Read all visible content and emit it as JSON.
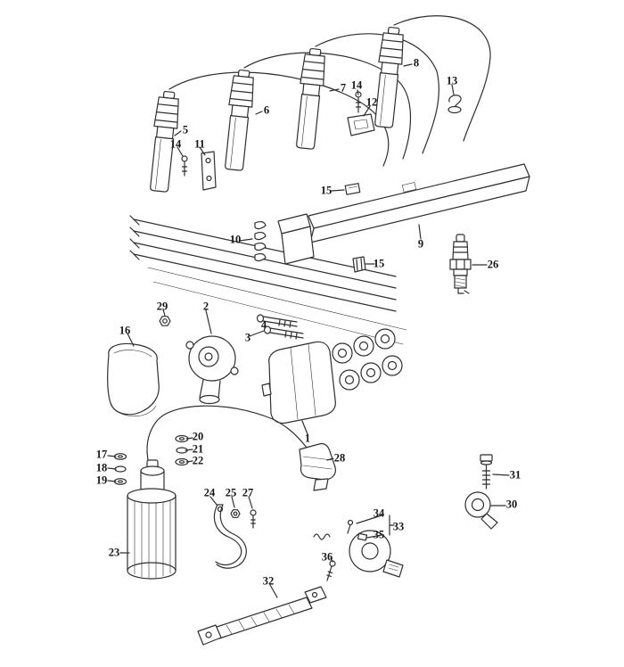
{
  "diagram": {
    "kind": "exploded-parts-diagram",
    "subject": "ignition-system",
    "colors": {
      "line": "#2f2f2f",
      "background": "#ffffff"
    },
    "callouts": [
      {
        "label": "5"
      },
      {
        "label": "6"
      },
      {
        "label": "7"
      },
      {
        "label": "8"
      },
      {
        "label": "14"
      },
      {
        "label": "12"
      },
      {
        "label": "13"
      },
      {
        "label": "14"
      },
      {
        "label": "11"
      },
      {
        "label": "15"
      },
      {
        "label": "10"
      },
      {
        "label": "15"
      },
      {
        "label": "9"
      },
      {
        "label": "26"
      },
      {
        "label": "29"
      },
      {
        "label": "2"
      },
      {
        "label": "4"
      },
      {
        "label": "3"
      },
      {
        "label": "16"
      },
      {
        "label": "1"
      },
      {
        "label": "20"
      },
      {
        "label": "21"
      },
      {
        "label": "22"
      },
      {
        "label": "17"
      },
      {
        "label": "18"
      },
      {
        "label": "19"
      },
      {
        "label": "28"
      },
      {
        "label": "31"
      },
      {
        "label": "30"
      },
      {
        "label": "24"
      },
      {
        "label": "25"
      },
      {
        "label": "27"
      },
      {
        "label": "23"
      },
      {
        "label": "34"
      },
      {
        "label": "33"
      },
      {
        "label": "35"
      },
      {
        "label": "36"
      },
      {
        "label": "32"
      }
    ]
  }
}
